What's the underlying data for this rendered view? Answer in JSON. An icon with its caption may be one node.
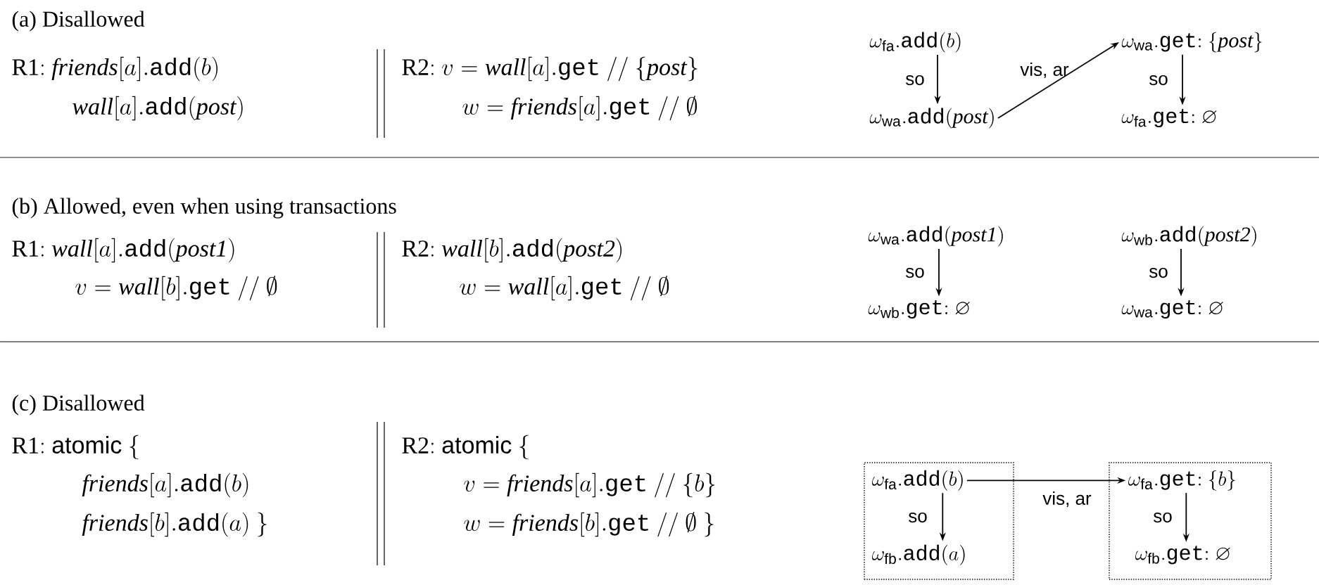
{
  "diagram": {
    "nodes": [
      {
        "text": [
          "\\omega_{\\mathsf{fa}}.\\mathtt{add}(b)"
        ]
      },
      {
        "text": [
          "\\omega_{\\mathsf{wa}}.\\mathtt{add}(\\mathit{post})"
        ]
      },
      {
        "text": [
          "\\omega_{\\mathsf{wa}}.\\mathtt{get}\\mathrm{:}\\ \\{\\mathit{post}\\}"
        ]
      },
      {
        "text": [
          "\\omega_{\\mathsf{fa}}.\\mathtt{get}\\mathrm{:}\\ \\varnothing"
        ]
      },
      {
        "text": [
          "\\omega_{\\mathsf{wa}}.\\mathtt{add}(\\mathit{post1})"
        ]
      },
      {
        "text": [
          "\\omega_{\\mathsf{wb}}.\\mathtt{get}\\mathrm{:}\\ \\varnothing"
        ]
      },
      {
        "text": [
          "\\omega_{\\mathsf{wb}}.\\mathtt{add}(\\mathit{post2})"
        ]
      },
      {
        "text": [
          "\\omega_{\\mathsf{wa}}.\\mathtt{get}\\mathrm{:}\\ \\varnothing"
        ]
      },
      {
        "text": [],
        "shape": "box"
      },
      {
        "text": [
          "\\omega_{\\mathsf{fa}}.\\mathtt{add}(b)"
        ],
        "in": 8
      },
      {
        "text": [
          "\\omega_{\\mathsf{fb}}.\\mathtt{add}(a)"
        ],
        "in": 8
      },
      {
        "text": [],
        "shape": "box"
      },
      {
        "text": [
          "\\omega_{\\mathsf{fa}}.\\mathtt{get}\\mathrm{:}\\ \\{b\\}"
        ],
        "in": 11
      },
      {
        "text": [
          "\\omega_{\\mathsf{fb}}.\\mathtt{get}\\mathrm{:}\\ \\varnothing"
        ],
        "in": 11
      }
    ],
    "edges": [
      {
        "from": 0,
        "to": 1,
        "arrow": "to",
        "label": "so"
      },
      {
        "from": 1,
        "to": 2,
        "arrow": "to",
        "label": "vis, ar"
      },
      {
        "from": 2,
        "to": 3,
        "arrow": "to",
        "label": "so"
      },
      {
        "from": 4,
        "to": 5,
        "arrow": "to",
        "label": "so"
      },
      {
        "from": 6,
        "to": 7,
        "arrow": "to",
        "label": "so"
      },
      {
        "from": 9,
        "to": 10,
        "arrow": "to",
        "label": "so"
      },
      {
        "from": 9,
        "to": 12,
        "arrow": "to",
        "label": "vis, ar"
      },
      {
        "from": 12,
        "to": 13,
        "arrow": "to",
        "label": "so"
      }
    ],
    "labels": [
      "(a) Disallowed",
      "\\mathrm{R1{:}}\\ \\mathit{friends}[a].\\mathtt{add}(b)",
      "\\mathrm{R2{:}}\\ v=\\mathit{wall}[a].\\mathtt{get}\\ \\mathsf{//}\\ \\{\\mathit{post}\\}",
      "\\mathit{wall}[a].\\mathtt{add}(\\mathit{post})",
      "w=\\mathit{friends}[a].\\mathtt{get}\\ \\mathsf{//}\\ \\emptyset",
      "(b) Allowed, even when using transactions",
      "\\mathrm{R1{:}}\\ \\mathit{wall}[a].\\mathtt{add}(\\mathit{post1})",
      "\\mathrm{R2{:}}\\ \\mathit{wall}[b].\\mathtt{add}(\\mathit{post2})",
      "v=\\mathit{wall}[b].\\mathtt{get}\\ \\mathsf{//}\\ \\emptyset",
      "w=\\mathit{wall}[a].\\mathtt{get}\\ \\mathsf{//}\\ \\emptyset",
      "(c) Disallowed",
      "\\mathrm{R1{:}}\\ \\mathsf{atomic}\\ \\{",
      "\\mathrm{R2{:}}\\ \\mathsf{atomic}\\ \\{",
      "\\mathit{friends}[a].\\mathtt{add}(b)",
      "v=\\mathit{friends}[a].\\mathtt{get}\\ \\mathsf{//}\\ \\{b\\}",
      "\\mathit{friends}[b].\\mathtt{add}(a)\\ \\}",
      "w=\\mathit{friends}[b].\\mathtt{get}\\ \\mathsf{//}\\ \\emptyset\\ \\}"
    ]
  }
}
